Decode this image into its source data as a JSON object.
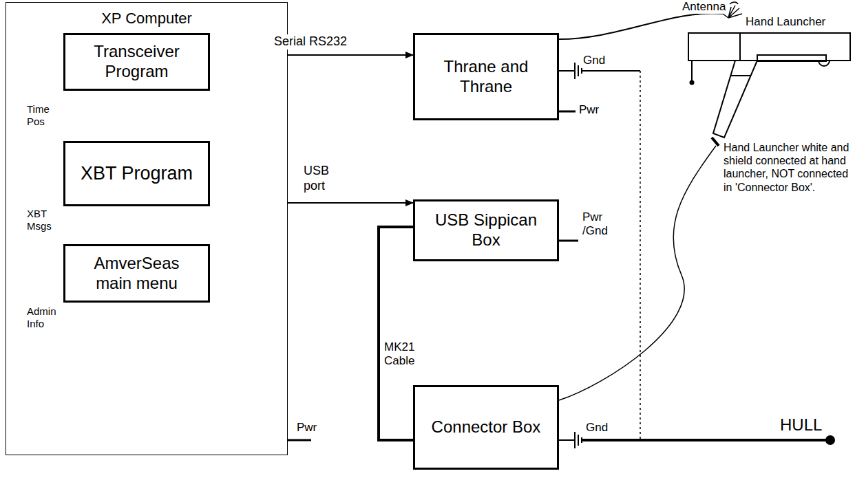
{
  "diagram": {
    "nodes": [
      {
        "text": [
          "XP Computer"
        ]
      },
      {
        "text": [
          "Transceiver Program"
        ],
        "in": 0
      },
      {
        "text": [
          "XBT Program"
        ],
        "in": 0
      },
      {
        "text": [
          "AmverSeas main menu"
        ],
        "in": 0
      },
      {
        "text": [
          "Thrane and Thrane"
        ]
      },
      {
        "text": [
          "USB Sippican Box"
        ]
      },
      {
        "text": [
          "Connector Box"
        ]
      }
    ],
    "edges": [
      {
        "from": 1,
        "to": 4,
        "arrow": "both",
        "label": "Serial RS232"
      },
      {
        "from": 2,
        "to": 5,
        "arrow": "both",
        "label": "USB port"
      },
      {
        "from": 5,
        "to": 6,
        "arrow": "none",
        "label": "MK21 Cable"
      },
      {
        "from": 1,
        "to": 2,
        "arrow": "to",
        "label": "Time Pos"
      },
      {
        "from": 2,
        "to": 1,
        "arrow": "to",
        "label": "XBT Msgs"
      },
      {
        "from": 3,
        "to": 1,
        "arrow": "to",
        "label": "Admin Info"
      }
    ],
    "labels": [
      "Antenna",
      "Gnd",
      "Pwr",
      "Hand Launcher",
      "Hand Launcher white and shield connected at hand launcher, NOT connected in 'Connector Box'.",
      "Pwr /Gnd",
      "Pwr",
      "Gnd",
      "HULL"
    ]
  }
}
